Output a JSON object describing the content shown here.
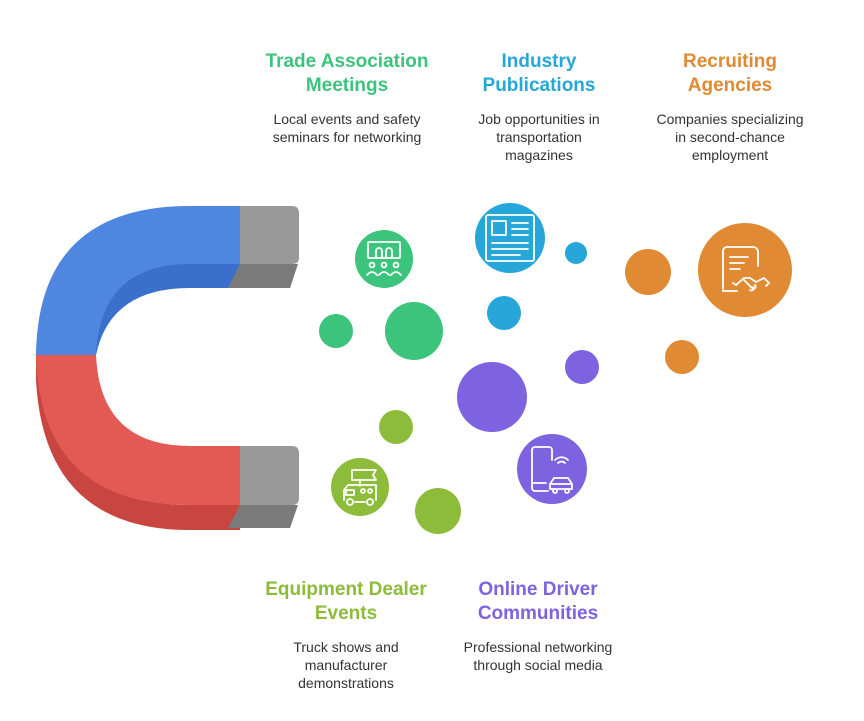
{
  "colors": {
    "green": "#3cc47c",
    "blue": "#26a6d9",
    "orange": "#e08a33",
    "purple": "#7d63e0",
    "lime": "#8dbb3a",
    "magnet_blue": "#4f86e0",
    "magnet_blue_dark": "#3a6fcc",
    "magnet_red": "#e35a55",
    "magnet_red_dark": "#c9453f",
    "magnet_tip": "#999999",
    "magnet_tip_dark": "#7a7a7a"
  },
  "categories": [
    {
      "key": "trade",
      "title_lines": [
        "Trade Association",
        "Meetings"
      ],
      "description_lines": [
        "Local events and safety",
        "seminars for networking"
      ],
      "color": "#3cc47c",
      "icon": "meeting-audience-icon"
    },
    {
      "key": "publications",
      "title_lines": [
        "Industry",
        "Publications"
      ],
      "description_lines": [
        "Job opportunities in",
        "transportation",
        "magazines"
      ],
      "color": "#26a6d9",
      "icon": "newspaper-icon"
    },
    {
      "key": "recruiting",
      "title_lines": [
        "Recruiting",
        "Agencies"
      ],
      "description_lines": [
        "Companies specializing",
        "in second-chance",
        "employment"
      ],
      "color": "#e08a33",
      "icon": "contract-handshake-icon"
    },
    {
      "key": "equipment",
      "title_lines": [
        "Equipment Dealer",
        "Events"
      ],
      "description_lines": [
        "Truck shows and",
        "manufacturer",
        "demonstrations"
      ],
      "color": "#8dbb3a",
      "icon": "truck-sign-icon"
    },
    {
      "key": "online",
      "title_lines": [
        "Online Driver",
        "Communities"
      ],
      "description_lines": [
        "Professional networking",
        "through social media"
      ],
      "color": "#7d63e0",
      "icon": "phone-car-icon"
    }
  ]
}
